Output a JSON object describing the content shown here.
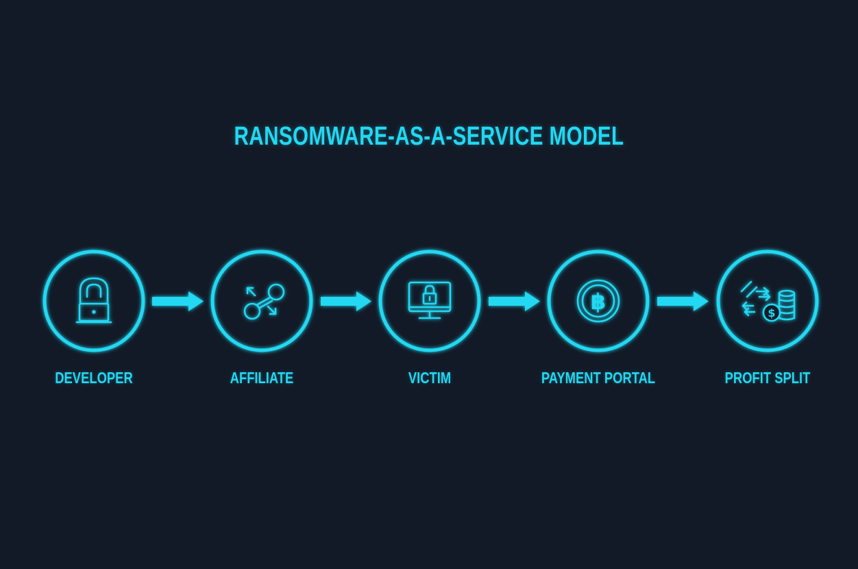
{
  "diagram": {
    "title": "RANSOMWARE-AS-A-SERVICE MODEL",
    "accent_color": "#22d8f2",
    "background_color": "#131a27",
    "nodes": [
      {
        "label": "DEVELOPER",
        "icon": "hooded-hacker-laptop-icon"
      },
      {
        "label": "AFFILIATE",
        "icon": "connected-nodes-icon"
      },
      {
        "label": "VICTIM",
        "icon": "locked-monitor-icon"
      },
      {
        "label": "PAYMENT PORTAL",
        "icon": "bitcoin-coin-icon"
      },
      {
        "label": "PROFIT SPLIT",
        "icon": "coins-exchange-icon"
      }
    ],
    "edges": [
      {
        "from": "DEVELOPER",
        "to": "AFFILIATE"
      },
      {
        "from": "AFFILIATE",
        "to": "VICTIM"
      },
      {
        "from": "VICTIM",
        "to": "PAYMENT PORTAL"
      },
      {
        "from": "PAYMENT PORTAL",
        "to": "PROFIT SPLIT"
      }
    ]
  }
}
